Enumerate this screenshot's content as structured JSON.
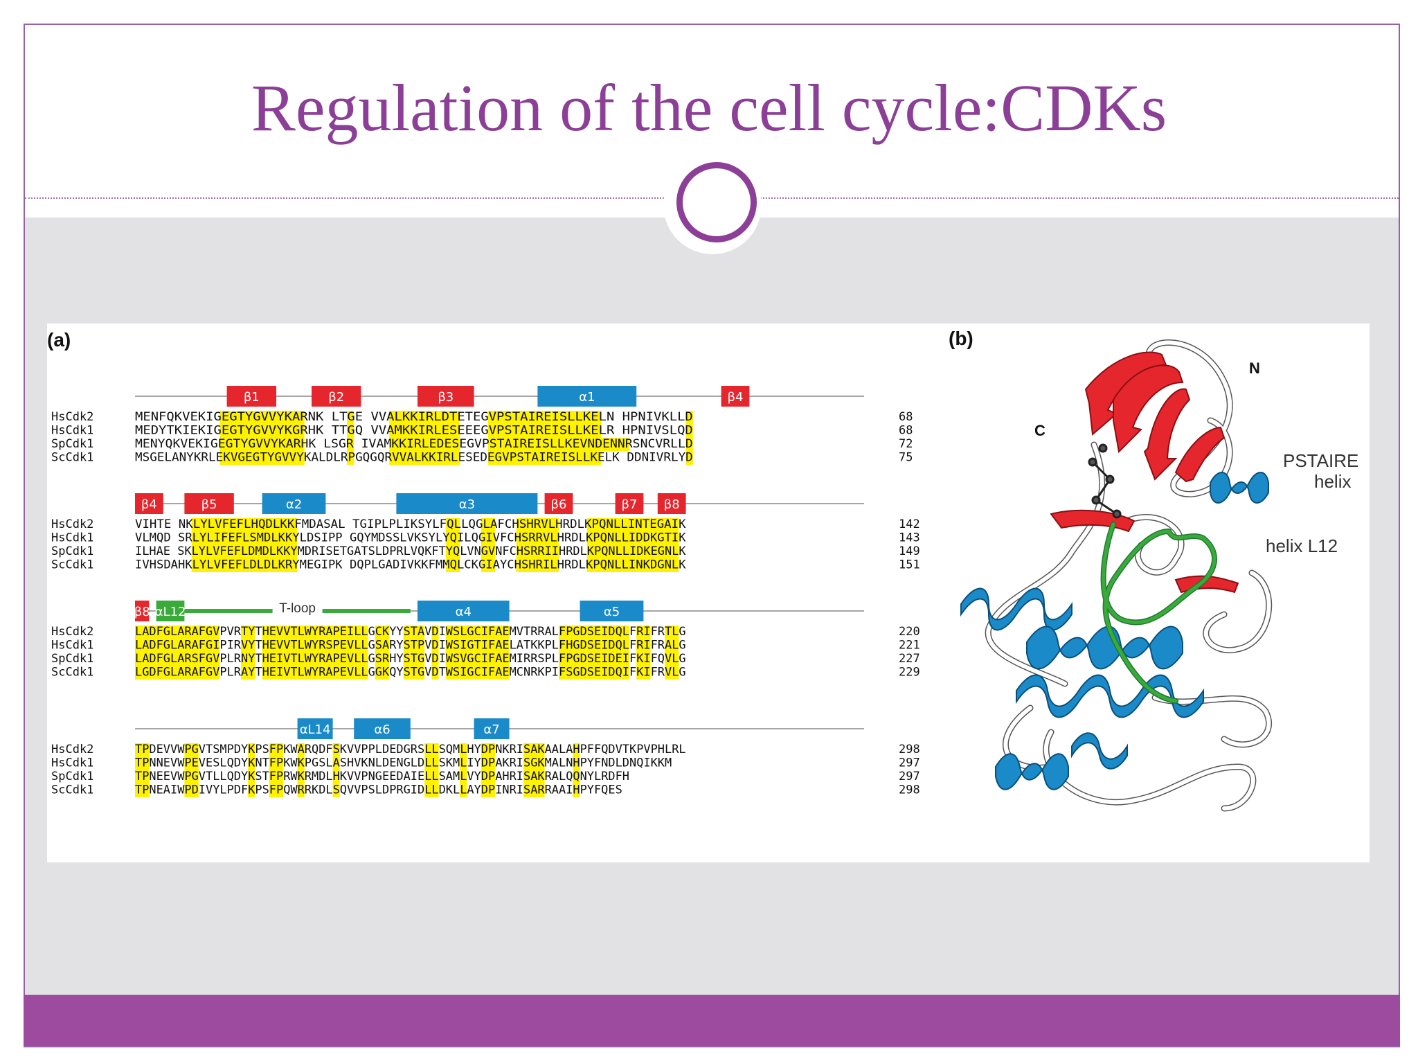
{
  "slide": {
    "title": "Regulation of the cell cycle:CDKs",
    "colors": {
      "accent": "#8c3f96",
      "footer": "#9c4b9f",
      "band": "#e2e2e4"
    }
  },
  "figure": {
    "panel_a_label": "(a)",
    "panel_b_label": "(b)",
    "colors": {
      "beta": "#e5262d",
      "alpha": "#1a8ac9",
      "loop": "#3aaa3a",
      "highlight": "#fff200"
    },
    "blocks": [
      {
        "ss": [
          {
            "label": "β1",
            "kind": "beta",
            "start": 13,
            "len": 7
          },
          {
            "label": "β2",
            "kind": "beta",
            "start": 25,
            "len": 7
          },
          {
            "label": "β3",
            "kind": "beta",
            "start": 40,
            "len": 8
          },
          {
            "label": "α1",
            "kind": "alpha",
            "start": 57,
            "len": 14
          },
          {
            "label": "β4",
            "kind": "beta",
            "start": 83,
            "len": 4
          }
        ],
        "rows": [
          {
            "name": "HsCdk2",
            "seq": "    MENFQKVEKIGEGTYGVVYKARNK  LTGE VVALKKIRLDTETEGVPSTAIREISLLKELN    HPNIVKLLD",
            "num": "68"
          },
          {
            "name": "HsCdk1",
            "seq": "    MEDYTKIEKIGEGTYGVVYKGRHK  TTGQ VVAMKKIRLESEEEGVPSTAIREISLLKELR    HPNIVSLQD",
            "num": "68"
          },
          {
            "name": "SpCdk1",
            "seq": "    MENYQKVEKIGEGTYGVVYKARHK  LSGR IVAMKKIRLEDESEGVPSTAIREISLLKEVNDENNRSNCVRLLD",
            "num": "72"
          },
          {
            "name": "ScCdk1",
            "seq": "MSGELANYKRLEKVGEGTYGVVYKALDLRPGQGQRVVALKKIRLESEDEGVPSTAIREISLLKELK    DDNIVRLYD",
            "num": "75"
          }
        ]
      },
      {
        "ss": [
          {
            "label": "β4",
            "kind": "beta",
            "start": 0,
            "len": 4
          },
          {
            "label": "β5",
            "kind": "beta",
            "start": 7,
            "len": 7
          },
          {
            "label": "α2",
            "kind": "alpha",
            "start": 18,
            "len": 9
          },
          {
            "label": "α3",
            "kind": "alpha",
            "start": 37,
            "len": 20
          },
          {
            "label": "β6",
            "kind": "beta",
            "start": 58,
            "len": 4
          },
          {
            "label": "β7",
            "kind": "beta",
            "start": 68,
            "len": 4
          },
          {
            "label": "β8",
            "kind": "beta",
            "start": 74,
            "len": 4
          }
        ],
        "rows": [
          {
            "name": "HsCdk2",
            "seq": "VIHTE NKLYLVFEFLHQDLKKFMDASAL   TGIPLPLIKSYLFQLLQGLAFCHSHRVLHRDLKPQNLLINTEGAIK",
            "num": "142"
          },
          {
            "name": "HsCdk1",
            "seq": "VLMQD SRLYLIFEFLSMDLKKYLDSIPP  GQYMDSSLVKSYLYQILQGIVFCHSRRVLHRDLKPQNLLIDDKGTIK",
            "num": "143"
          },
          {
            "name": "SpCdk1",
            "seq": "ILHAE SKLYLVFEFLDMDLKKYMDRISETGATSLDPRLVQKFTYQLVNGVNFCHSRRIIHRDLKPQNLLIDKEGNLK",
            "num": "149"
          },
          {
            "name": "ScCdk1",
            "seq": "IVHSDAHKLYLVFEFLDLDLKRYMEGIPK  DQPLGADIVKKFMMQLCKGIAYCHSHRILHRDLKPQNLLINKDGNLK",
            "num": "151"
          }
        ]
      },
      {
        "ss": [
          {
            "label": "β8",
            "kind": "beta",
            "start": 0,
            "len": 2
          },
          {
            "label": "αL12",
            "kind": "loop",
            "start": 3,
            "len": 4
          },
          {
            "label": "α4",
            "kind": "alpha",
            "start": 40,
            "len": 13
          },
          {
            "label": "α5",
            "kind": "alpha",
            "start": 63,
            "len": 9
          }
        ],
        "t_loop": {
          "label": "T-loop",
          "start": 7,
          "end": 39
        },
        "rows": [
          {
            "name": "HsCdk2",
            "seq": "LADFGLARAFGVPVRTYTHEVVTLWYRAPEILLGCKYYSTAVDIWSLGCIFAEMVTRRALFPGDSEIDQLFRIFRTLG",
            "num": "220"
          },
          {
            "name": "HsCdk1",
            "seq": "LADFGLARAFGIPIRVYTHEVVTLWYRSPEVLLGSARYSTPVDIWSIGTIFAELATKKPLFHGDSEIDQLFRIFRALG",
            "num": "221"
          },
          {
            "name": "SpCdk1",
            "seq": "LADFGLARSFGVPLRNYTHEIVTLWYRAPEVLLGSRHYSTGVDIWSVGCIFAEMIRRSPLFPGDSEIDEIFKIFQVLG",
            "num": "227"
          },
          {
            "name": "ScCdk1",
            "seq": "LGDFGLARAFGVPLRAYTHEIVTLWYRAPEVLLGGKQYSTGVDTWSIGCIFAEMCNRKPIFSGDSEIDQIFKIFRVLG",
            "num": "229"
          }
        ]
      },
      {
        "ss": [
          {
            "label": "αL14",
            "kind": "alpha",
            "start": 23,
            "len": 5
          },
          {
            "label": "α6",
            "kind": "alpha",
            "start": 31,
            "len": 8
          },
          {
            "label": "α7",
            "kind": "alpha",
            "start": 48,
            "len": 5
          }
        ],
        "rows": [
          {
            "name": "HsCdk2",
            "seq": "TPDEVVWPGVTSMPDYKPSFPKWARQDFSKVVPPLDEDGRSLLSQMLHYDPNKRISAKAALAHPFFQDVTKPVPHLRL",
            "num": "298"
          },
          {
            "name": "HsCdk1",
            "seq": "TPNNEVWPEVESLQDYKNTFPKWKPGSLASHVKNLDENGLDLLSKMLIYDPAKRISGKMALNHPYFNDLDNQIKKM",
            "num": "297"
          },
          {
            "name": "SpCdk1",
            "seq": "TPNEEVWPGVTLLQDYKSTFPRWKRMDLHKVVPNGEEDAIELLSAMLVYDPAHRISAKRALQQNYLRDFH",
            "num": "297"
          },
          {
            "name": "ScCdk1",
            "seq": "TPNEAIWPDIVYLPDFKPSFPQWRRKDLSQVVPSLDPRGIDLLDKLLAYDPINRISARRAAIHPYFQES",
            "num": "298"
          }
        ]
      }
    ],
    "highlight_cols": [
      [
        12,
        13,
        14,
        15,
        16,
        17,
        18,
        19,
        20,
        21,
        22,
        23,
        30,
        36,
        37,
        38,
        39,
        40,
        41,
        42,
        43,
        44,
        45,
        50,
        51,
        52,
        53,
        54,
        55,
        56,
        57,
        58,
        59,
        60,
        61,
        62,
        63,
        64,
        65,
        66,
        67,
        68,
        69,
        78,
        79,
        82,
        83,
        84
      ],
      [
        8,
        9,
        10,
        11,
        12,
        13,
        14,
        15,
        16,
        17,
        18,
        19,
        20,
        21,
        22,
        44,
        45,
        49,
        50,
        54,
        55,
        56,
        57,
        58,
        59,
        64,
        65,
        66,
        67,
        68,
        69,
        70,
        71,
        72,
        73,
        74,
        75,
        76,
        80,
        81,
        82,
        83,
        84
      ],
      [
        0,
        1,
        2,
        3,
        4,
        5,
        6,
        7,
        8,
        9,
        10,
        11,
        15,
        16,
        18,
        19,
        20,
        21,
        22,
        23,
        24,
        25,
        26,
        27,
        28,
        29,
        30,
        31,
        32,
        34,
        35,
        38,
        39,
        40,
        42,
        44,
        45,
        46,
        47,
        48,
        49,
        50,
        51,
        52,
        60,
        61,
        62,
        63,
        64,
        65,
        66,
        67,
        68,
        69,
        71,
        72,
        75,
        76,
        78,
        79,
        80,
        81
      ],
      [
        0,
        1,
        7,
        8,
        16,
        19,
        20,
        23,
        28,
        41,
        42,
        46,
        49,
        50,
        55,
        56,
        57,
        62
      ]
    ],
    "structure": {
      "n_label": "N",
      "c_label": "C",
      "pstaire_label_1": "PSTAIRE",
      "pstaire_label_2": "helix",
      "helix_l12_label": "helix L12"
    }
  }
}
